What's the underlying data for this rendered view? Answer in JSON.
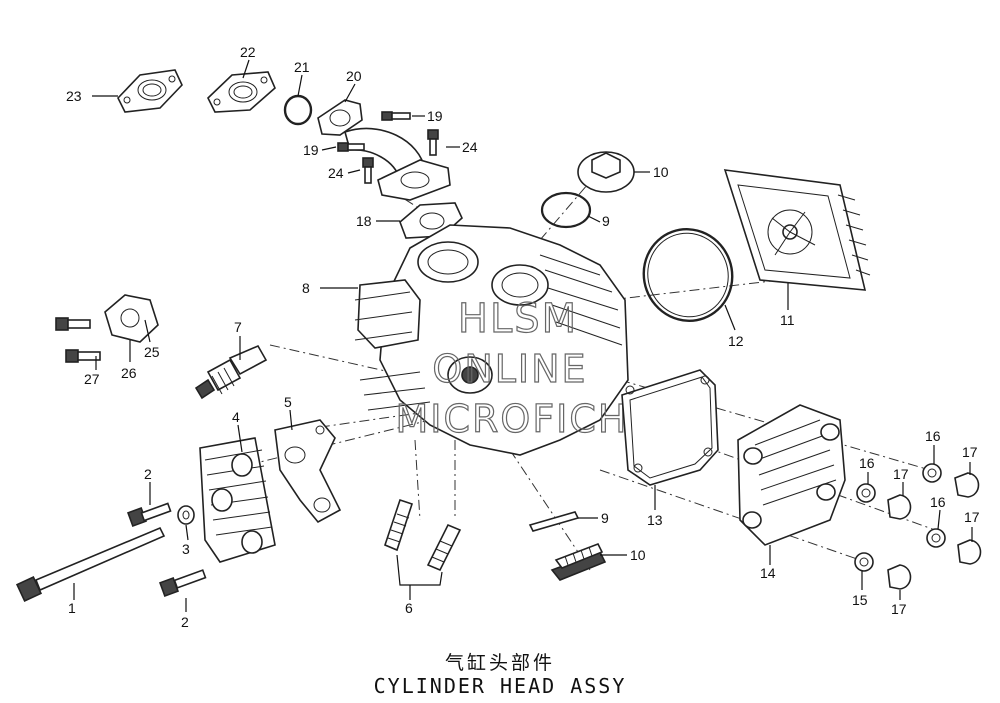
{
  "title_cn": "气缸头部件",
  "title_en": "CYLINDER HEAD ASSY",
  "watermark": [
    "HLSM",
    "ONLINE",
    "MICROFICHE"
  ],
  "callouts": {
    "c1": "1",
    "c2a": "2",
    "c2b": "2",
    "c3": "3",
    "c4": "4",
    "c5": "5",
    "c6": "6",
    "c7": "7",
    "c8": "8",
    "c9a": "9",
    "c9b": "9",
    "c10a": "10",
    "c10b": "10",
    "c11": "11",
    "c12": "12",
    "c13": "13",
    "c14": "14",
    "c15": "15",
    "c16a": "16",
    "c16b": "16",
    "c16c": "16",
    "c17a": "17",
    "c17b": "17",
    "c17c": "17",
    "c17d": "17",
    "c18": "18",
    "c19a": "19",
    "c19b": "19",
    "c20": "20",
    "c21": "21",
    "c22": "22",
    "c23": "23",
    "c24a": "24",
    "c24b": "24",
    "c25": "25",
    "c26": "26",
    "c27": "27"
  }
}
